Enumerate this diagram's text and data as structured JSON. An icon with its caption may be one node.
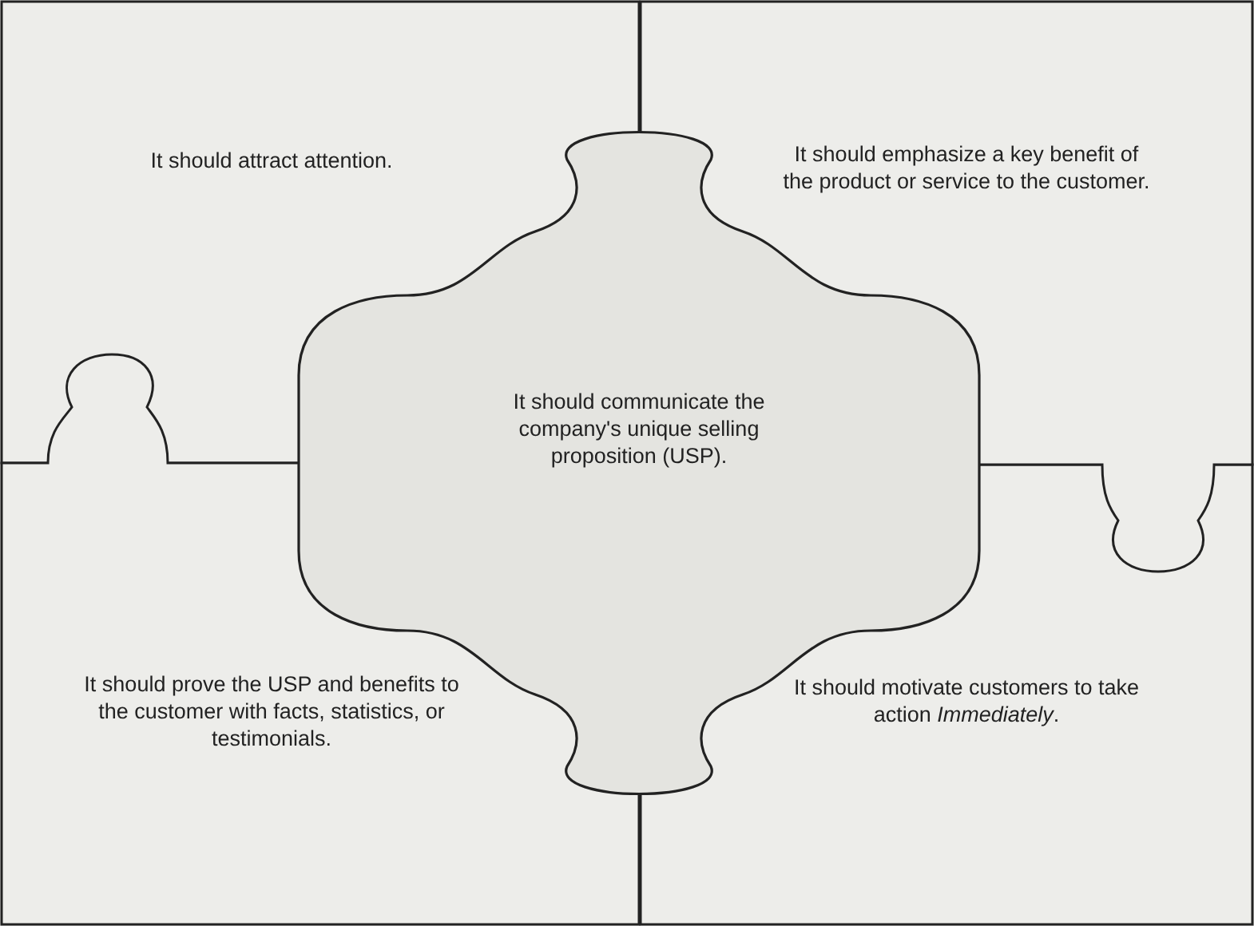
{
  "diagram": {
    "nodes": [
      {
        "text": [
          "It should attract attention."
        ]
      },
      {
        "text": [
          "It should emphasize a key benefit of the product or service to the customer."
        ]
      },
      {
        "text": [
          "It should communicate the company's unique selling proposition (USP)."
        ]
      },
      {
        "text": [
          "It should prove the USP and benefits to the customer with facts, statistics, or testimonials."
        ]
      },
      {
        "text": [
          "It should motivate customers to take action *Immediately*."
        ]
      }
    ],
    "edges": []
  }
}
